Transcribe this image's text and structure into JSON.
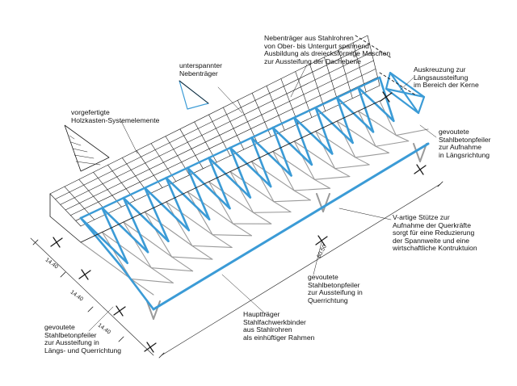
{
  "colors": {
    "accent": "#3b9bd6",
    "line": "#1a1a1a",
    "secondary": "#9a9a9a"
  },
  "annotations": {
    "nebentraeger_stahlrohr": [
      "Nebenträger aus Stahlrohren",
      "von Ober- bis Untergurt spannend",
      "Ausbildung als dreiecksförmige Maschen",
      "zur Aussteifung der Dachebene"
    ],
    "unterspannter": [
      "unterspannter",
      "Nebenträger"
    ],
    "auskreuzung": [
      "Auskreuzung zur",
      "Längsaussteifung",
      "im Bereich der Kerne"
    ],
    "holzkasten": [
      "vorgefertigte",
      "Holzkasten-Systemelemente"
    ],
    "pfeiler_laengs": [
      "gevoutete",
      "Stahlbetonpfeiler",
      "zur Aufnahme",
      "in Längsrichtung"
    ],
    "v_stuetze": [
      "V-artige Stütze zur",
      "Aufnahme der Querkräfte",
      "sorgt für eine Reduzierung",
      "der Spannweite und eine",
      "wirtschaftliche Kontruktuion"
    ],
    "pfeiler_quer": [
      "gevoutete",
      "Stahlbetonpfeiler",
      "zur Aussteifung in",
      "Querrichtung"
    ],
    "haupttraeger": [
      "Hauptträger",
      "Stahlfachwerkbinder",
      "aus Stahlrohren",
      "als einhüftiger Rahmen"
    ],
    "pfeiler_beide": [
      "gevoutete",
      "Stahlbetonpfeiler",
      "zur Aussteifung in",
      "Längs- und Querrichtung"
    ]
  },
  "dimensions": {
    "bay1": "14.40",
    "bay2": "14.40",
    "bay3": "14.40",
    "length": "60.50"
  }
}
